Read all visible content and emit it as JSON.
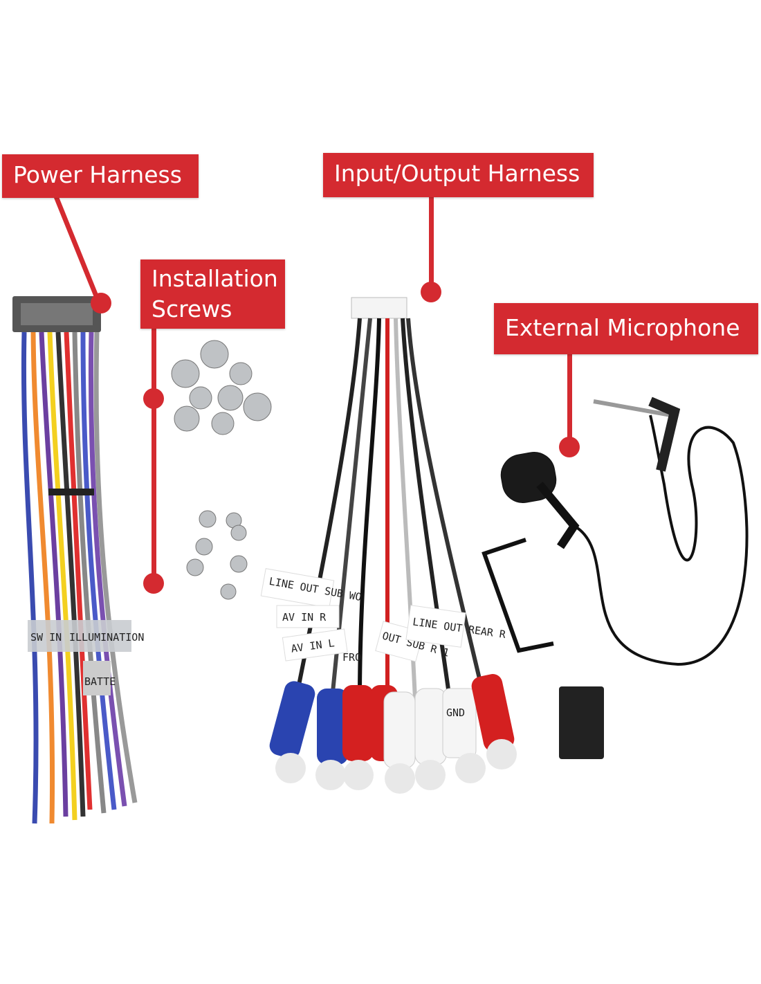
{
  "labels": {
    "power_harness": "Power Harness",
    "installation_screws_line1": "Installation",
    "installation_screws_line2": "Screws",
    "io_harness": "Input/Output Harness",
    "external_microphone": "External Microphone"
  },
  "wire_tags": {
    "power": [
      "SW IN",
      "ILLUMINATION",
      "BATTE"
    ],
    "io": [
      "LINE OUT SUB WO",
      "AV IN R",
      "AV IN L",
      "OUT SUB R 1",
      "LINE OUT REAR R",
      "GND",
      "FRO"
    ]
  },
  "colors": {
    "accent": "#d42a30"
  }
}
